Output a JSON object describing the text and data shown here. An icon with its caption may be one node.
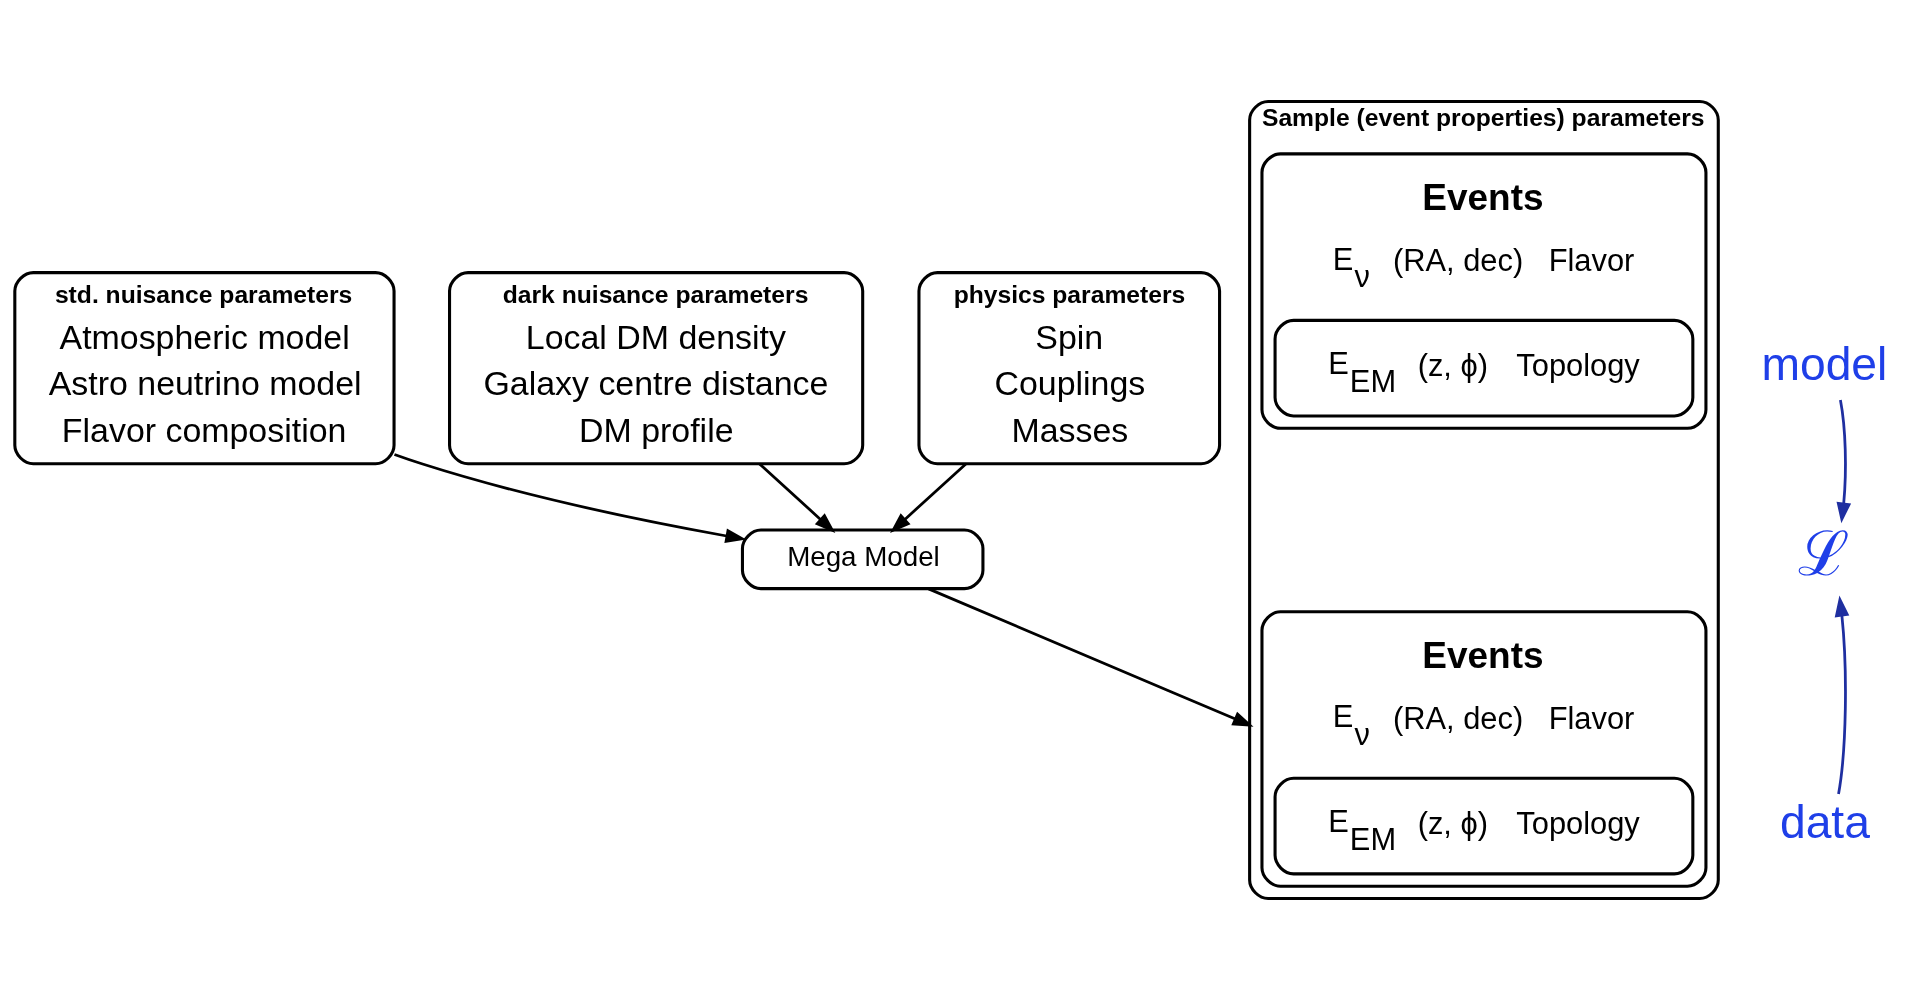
{
  "diagram": {
    "nodes": [
      {
        "text": [
          "std. nuisance parameters",
          "Atmospheric model",
          "Astro neutrino model",
          "Flavor composition"
        ]
      },
      {
        "text": [
          "dark nuisance parameters",
          "Local DM density",
          "Galaxy centre distance",
          "DM profile"
        ]
      },
      {
        "text": [
          "physics parameters",
          "Spin",
          "Couplings",
          "Masses"
        ]
      },
      {
        "text": [
          "Mega Model"
        ]
      },
      {
        "text": [
          "Sample (event properties) parameters"
        ]
      },
      {
        "text": [
          "Events",
          "E$_{ν}$",
          "(RA, dec)",
          "Flavor"
        ],
        "in": 4
      },
      {
        "text": [
          "E$_{EM}$",
          "(z, ϕ)",
          "Topology"
        ],
        "in": 5
      },
      {
        "text": [
          "Events",
          "E$_{ν}$",
          "(RA, dec)",
          "Flavor"
        ],
        "in": 4
      },
      {
        "text": [
          "E$_{EM}$",
          "(z, ϕ)",
          "Topology"
        ],
        "in": 7
      },
      {
        "text": [
          "model"
        ]
      },
      {
        "text": [
          "ℒ"
        ]
      },
      {
        "text": [
          "data"
        ]
      }
    ],
    "edges": [
      {
        "from": 0,
        "to": 3,
        "arrow": "to"
      },
      {
        "from": 1,
        "to": 3,
        "arrow": "to"
      },
      {
        "from": 2,
        "to": 3,
        "arrow": "to"
      },
      {
        "from": 3,
        "to": 4,
        "arrow": "to"
      },
      {
        "from": 9,
        "to": 10,
        "arrow": "to",
        "color": "#1f2fa0"
      },
      {
        "from": 11,
        "to": 10,
        "arrow": "to",
        "color": "#1f2fa0"
      }
    ]
  }
}
